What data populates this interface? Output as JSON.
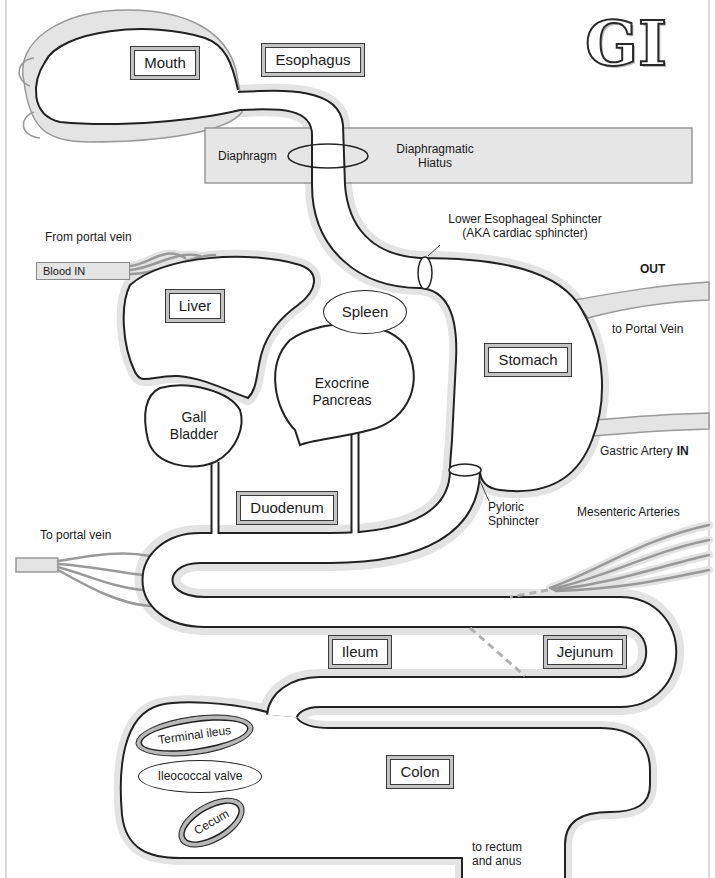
{
  "diagram": {
    "title": "GI",
    "nodes": [
      {
        "text": [
          "Mouth"
        ]
      },
      {
        "text": [
          "Esophagus"
        ]
      },
      {
        "text": [
          "Diaphragm",
          "Diaphragmatic Hiatus"
        ]
      },
      {
        "text": [
          "Blood IN"
        ]
      },
      {
        "text": [
          "Liver"
        ]
      },
      {
        "text": [
          "Spleen"
        ]
      },
      {
        "text": [
          "Exocrine Pancreas"
        ]
      },
      {
        "text": [
          "Stomach"
        ]
      },
      {
        "text": [
          "Gall Bladder"
        ]
      },
      {
        "text": [
          "Duodenum"
        ]
      },
      {
        "text": [
          "Jejunum"
        ]
      },
      {
        "text": [
          "Ileum"
        ]
      },
      {
        "text": [
          "Terminal ileus"
        ]
      },
      {
        "text": [
          "Ileococcal valve"
        ]
      },
      {
        "text": [
          "Colon"
        ]
      },
      {
        "text": [
          "Cecum"
        ]
      }
    ],
    "labels": [
      "From portal vein",
      "Lower Esophageal Sphincter (AKA cardiac sphincter)",
      "OUT",
      "to Portal Vein",
      "Gastric Artery",
      "IN",
      "To portal vein",
      "Pyloric Sphincter",
      "Mesenteric Arteries",
      "to rectum and anus"
    ]
  }
}
